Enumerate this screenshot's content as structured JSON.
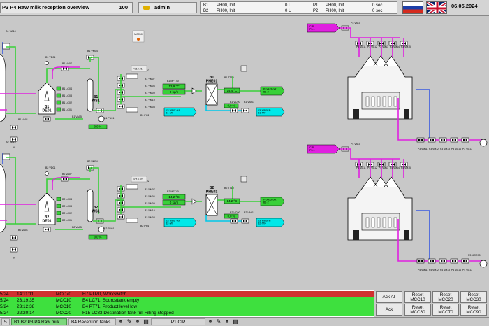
{
  "header": {
    "title": "P3 P4 Raw milk reception overview",
    "screen_no": "100",
    "user": "admin",
    "date": "06.05.2024"
  },
  "status_table": [
    {
      "b": "B1",
      "ph": "PH00, Init",
      "vol": "0 L",
      "p": "P1",
      "pph": "PH00, Init",
      "sec": "0 sec"
    },
    {
      "b": "B2",
      "ph": "PH00, Init",
      "vol": "0 L",
      "p": "P2",
      "pph": "PH00, Init",
      "sec": "0 sec"
    }
  ],
  "flags": {
    "ru": "flag-ru",
    "uk": "flag-uk"
  },
  "colors": {
    "pipe_green": "#38d038",
    "pipe_magenta": "#e020e0",
    "pipe_blue": "#3a5ae0",
    "cyan": "#00e8e8",
    "alarm_red": "#e03030",
    "alarm_green": "#38e038"
  },
  "line1": {
    "deaerator": "B1\nDE01",
    "ws": "B1\nWS1",
    "phe": "B1\nPHE01",
    "temp": "13,9 °C",
    "flow": "0 kg/h",
    "temp2": "14,4 °C",
    "pct": "0,0 %",
    "pct2": "0,0 %",
    "product_out": "Product out\nB1-2",
    "ice_out": "Ice water out\nB1-IW-",
    "ice_in": "Ice water in\nB1-IW+",
    "mcc_box": "MCC10",
    "fc": "FC10.01",
    "tags": {
      "vd01": "B1 VD01",
      "va07": "B1 VA07",
      "vm04": "B1 VM04",
      "lc04": "B1 LC04",
      "lc03": "B1 LC03",
      "lc02": "B1 LC02",
      "lc01": "B1 LC01",
      "va05": "B1 VA05",
      "pu01": "B1 PU01",
      "vm07": "B1 VM07",
      "vm06": "B1 VM06",
      "pi02": "B1 PI02",
      "pi01": "B1 PI01",
      "vm09": "B1 VM09",
      "vm10": "B1 VM10",
      "vm08": "B1 VM08",
      "mft40": "B1 MFT40",
      "tt10": "B1 TT10",
      "vc90": "B1 VC90",
      "va91": "B1 VA91",
      "va10": "B1 VA10"
    }
  },
  "line2": {
    "deaerator": "B2\nDE01",
    "ws": "B2\nWS1",
    "phe": "B2\nPHE01",
    "temp": "14,2 °C",
    "flow": "0 kg/h",
    "temp2": "14,2 °C",
    "pct": "0,0 %",
    "pct2": "0,0 %",
    "product_out": "Product out\nB1-2",
    "ice_out": "Ice water out\nB2-IW-",
    "ice_in": "Ice water in\nB2-IW+",
    "fc": "FC10.02",
    "tags": {
      "vd01": "B2 VD01",
      "va07": "B2 VA07",
      "vm04": "B2 VM04",
      "lc04": "B2 LC04",
      "lc03": "B2 LC03",
      "lc02": "B2 LC02",
      "lc01": "B2 LC01",
      "va05": "B2 VA05",
      "pu01": "B2 PU01",
      "vm07": "B2 VM07",
      "vm06": "B2 VM06",
      "pi02": "B2 PI02",
      "pi01": "B2 PI01",
      "vm09": "B2 VM09",
      "vm10": "B2 VM10",
      "vm08": "B2 VM08",
      "mft40": "B2 MFT40",
      "tt10": "B2 TT10",
      "vc90": "B2 VC90",
      "va91": "B2 VA91",
      "va10": "B2 VA10"
    }
  },
  "trucks": [
    {
      "id": "P3",
      "tag": "P3 VA10",
      "cip": "CIP\nP3-1",
      "mcc": "",
      "labels": [
        "P3 VM11",
        "P3 VM12",
        "P3 VM13",
        "P3 VM14",
        "P3 VM15"
      ]
    },
    {
      "id": "P4",
      "tag": "P4 VA10",
      "cip": "CIP\nP3-1",
      "mcc": "P3 MCC90",
      "labels": [
        "P4 VM11",
        "P4 VM12",
        "P4 VM13",
        "P4 VM14",
        "P4 VM15"
      ]
    }
  ],
  "alarms": [
    {
      "date": "5/24",
      "time": "14:11:11",
      "mcc": "MCC70",
      "text": "H7 PU70, Workswitch",
      "color": "#d03030"
    },
    {
      "date": "5/24",
      "time": "23:19:35",
      "mcc": "MCC10",
      "text": "B4 LC71, Sourcetank empty",
      "color": "#3ee03e"
    },
    {
      "date": "5/24",
      "time": "23:12:38",
      "mcc": "MCC10",
      "text": "B4 PT71, Product level low",
      "color": "#3ee03e"
    },
    {
      "date": "5/24",
      "time": "22:20:14",
      "mcc": "MCC20",
      "text": "F15 LC83 Destination tank full Filling stopped",
      "color": "#3ee03e"
    }
  ],
  "buttons": {
    "ack_all": "Ack All",
    "ack": "Ack",
    "resets": [
      {
        "top": "Reset",
        "bottom": "MCC10"
      },
      {
        "top": "Reset",
        "bottom": "MCC20"
      },
      {
        "top": "Reset",
        "bottom": "MCC30"
      },
      {
        "top": "Reset",
        "bottom": "MCC60"
      },
      {
        "top": "Reset",
        "bottom": "MCC70"
      },
      {
        "top": "Reset",
        "bottom": "MCC90"
      }
    ]
  },
  "tabs": {
    "t1": "5",
    "t2": "B1 B2 P3 P4 Raw milk",
    "t3": "B4 Reception tanks",
    "t4": "P1 CIP"
  }
}
